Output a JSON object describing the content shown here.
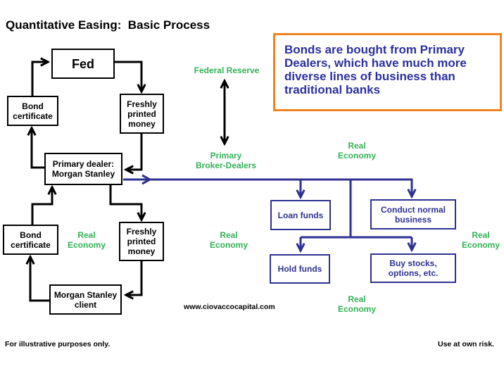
{
  "title": "Quantitative Easing:  Basic Process",
  "colors": {
    "label_green": "#33b155",
    "flow_blue": "#2e3192",
    "callout_border_orange": "#f08420",
    "cycle_black": "#000000",
    "background": "#ffffff"
  },
  "cycle": {
    "fed": "Fed",
    "bond_certificate_upper": "Bond\ncertificate",
    "freshly_printed_upper": "Freshly\nprinted\nmoney",
    "primary_dealer": "Primary dealer:\nMorgan Stanley",
    "bond_certificate_lower": "Bond\ncertificate",
    "freshly_printed_lower": "Freshly\nprinted\nmoney",
    "morgan_stanley_client": "Morgan Stanley\nclient"
  },
  "flow": {
    "loan_funds": "Loan funds",
    "conduct_normal_business": "Conduct normal\nbusiness",
    "hold_funds": "Hold funds",
    "buy_stocks": "Buy stocks,\noptions, etc."
  },
  "labels": {
    "federal_reserve": "Federal Reserve",
    "primary_broker_dealers": "Primary\nBroker-Dealers",
    "real_economy": "Real\nEconomy"
  },
  "callout": "Bonds are bought from Primary\nDealers, which have much more\ndiverse lines of business than\ntraditional banks",
  "footer": {
    "website": "www.ciovaccocapital.com",
    "left_disclaimer": "For illustrative purposes only.",
    "right_disclaimer": "Use at own risk."
  }
}
